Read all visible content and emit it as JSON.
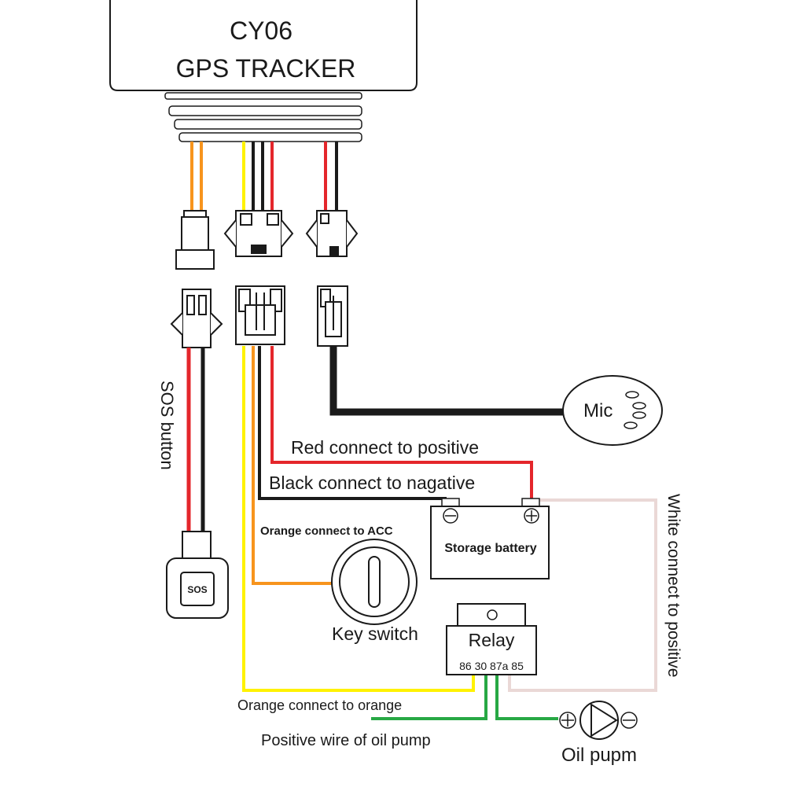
{
  "device": {
    "model": "CY06",
    "name": "GPS TRACKER"
  },
  "labels": {
    "sos_button": "SOS button",
    "sos_key": "SOS",
    "mic": "Mic",
    "red_wire": "Red connect to positive",
    "black_wire": "Black connect to nagative",
    "orange_acc": "Orange connect to ACC",
    "storage_battery": "Storage battery",
    "key_switch": "Key switch",
    "relay": "Relay",
    "relay_pins": "86 30 87a 85",
    "white_wire": "White connect to positive",
    "orange_to_orange": "Orange connect to orange",
    "oil_pump_wire": "Positive wire of oil pump",
    "oil_pump": "Oil pupm"
  },
  "colors": {
    "red": "#e4262b",
    "black": "#1a1a1a",
    "orange": "#f7941d",
    "yellow": "#fff200",
    "green": "#27a844",
    "white_wire": "#ead8d6"
  }
}
